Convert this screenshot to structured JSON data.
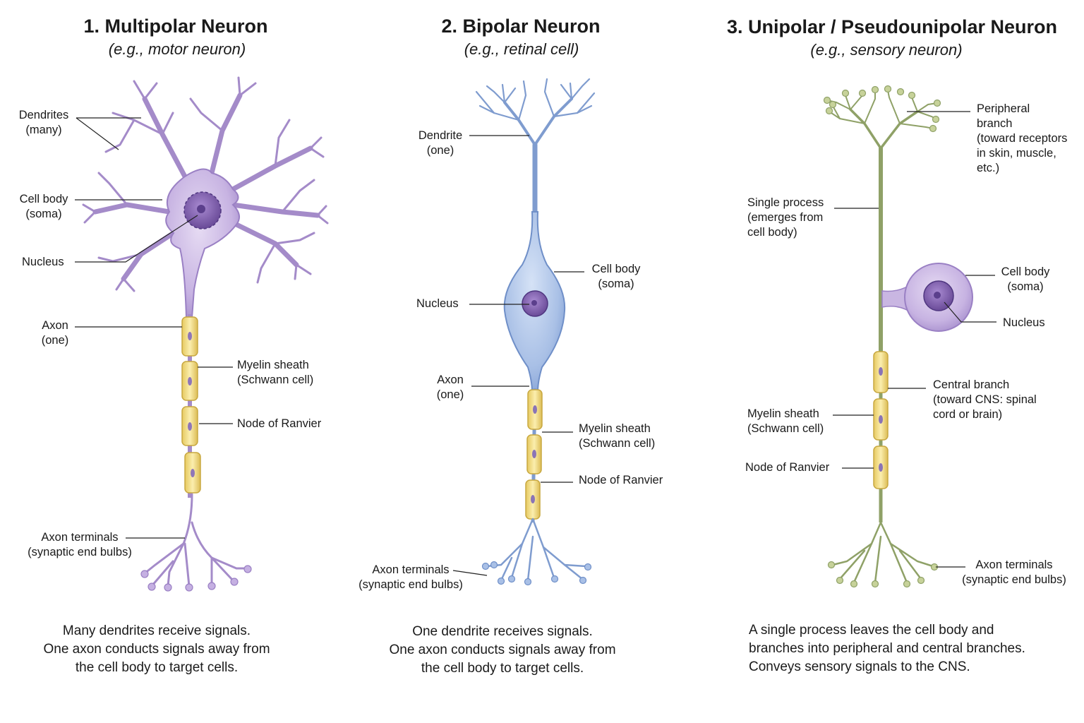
{
  "multipolar": {
    "title": "1. Multipolar Neuron",
    "subtitle": "(e.g., motor neuron)",
    "labels": {
      "dendrites": [
        "Dendrites",
        "(many)"
      ],
      "cell_body": [
        "Cell body",
        "(soma)"
      ],
      "nucleus": [
        "Nucleus"
      ],
      "axon": [
        "Axon",
        "(one)"
      ],
      "myelin": [
        "Myelin sheath",
        "(Schwann cell)"
      ],
      "node": [
        "Node of Ranvier"
      ],
      "terminals": [
        "Axon terminals",
        "(synaptic end bulbs)"
      ]
    },
    "caption": [
      "Many dendrites receive signals.",
      "One axon conducts signals away from",
      "the cell body to target cells."
    ]
  },
  "bipolar": {
    "title": "2. Bipolar Neuron",
    "subtitle": "(e.g., retinal cell)",
    "labels": {
      "dendrite": [
        "Dendrite",
        "(one)"
      ],
      "cell_body": [
        "Cell body",
        "(soma)"
      ],
      "nucleus": [
        "Nucleus"
      ],
      "axon": [
        "Axon",
        "(one)"
      ],
      "myelin": [
        "Myelin sheath",
        "(Schwann cell)"
      ],
      "node": [
        "Node of Ranvier"
      ],
      "terminals": [
        "Axon terminals",
        "(synaptic end bulbs)"
      ]
    },
    "caption": [
      "One dendrite receives signals.",
      "One axon conducts signals away from",
      "the cell body to target cells."
    ]
  },
  "unipolar": {
    "title": "3. Unipolar / Pseudounipolar Neuron",
    "subtitle": "(e.g., sensory neuron)",
    "labels": {
      "peripheral": [
        "Peripheral",
        "branch",
        "(toward receptors",
        "in skin, muscle,",
        "etc.)"
      ],
      "single_process": [
        "Single process",
        "(emerges from",
        "cell body)"
      ],
      "cell_body": [
        "Cell body",
        "(soma)"
      ],
      "nucleus": [
        "Nucleus"
      ],
      "central": [
        "Central branch",
        "(toward CNS: spinal",
        "cord or brain)"
      ],
      "myelin": [
        "Myelin sheath",
        "(Schwann cell)"
      ],
      "node": [
        "Node of Ranvier"
      ],
      "terminals": [
        "Axon terminals",
        "(synaptic end bulbs)"
      ]
    },
    "caption": [
      "A single process leaves the cell body and",
      "branches into peripheral and central branches.",
      "Conveys sensory signals to the CNS."
    ]
  },
  "colors": {
    "multipolar": "#b9a3d9",
    "bipolar": "#9bb4df",
    "unipolar": "#97a86a",
    "myelin": "#f2dc85",
    "nucleus": "#7a5aa6"
  }
}
